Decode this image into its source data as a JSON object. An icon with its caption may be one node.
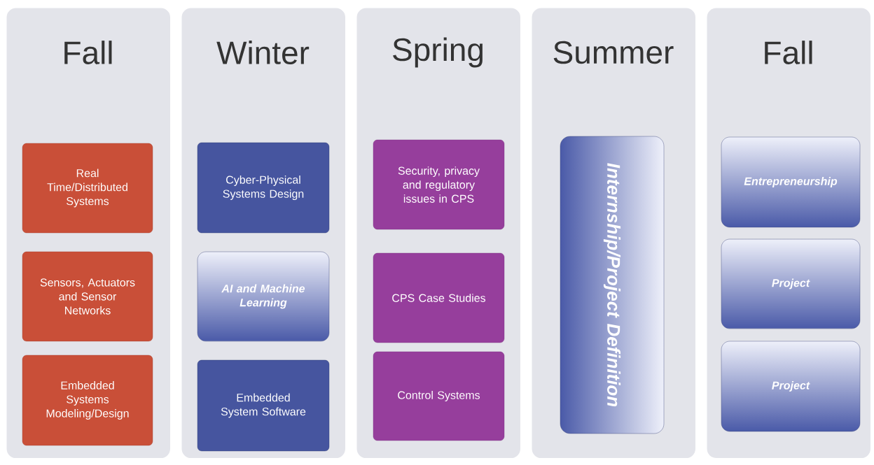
{
  "diagram": {
    "nodes": [
      {
        "text": [
          "Fall"
        ]
      },
      {
        "text": [
          "Real Time/Distributed Systems"
        ],
        "in": 0
      },
      {
        "text": [
          "Sensors, Actuators and Sensor Networks"
        ],
        "in": 0
      },
      {
        "text": [
          "Embedded Systems Modeling/Design"
        ],
        "in": 0
      },
      {
        "text": [
          "Winter"
        ]
      },
      {
        "text": [
          "Cyber-Physical Systems Design"
        ],
        "in": 4
      },
      {
        "text": [
          "AI and Machine Learning"
        ],
        "in": 4
      },
      {
        "text": [
          "Embedded System Software"
        ],
        "in": 4
      },
      {
        "text": [
          "Spring"
        ]
      },
      {
        "text": [
          "Security, privacy and regulatory issues in CPS"
        ],
        "in": 8
      },
      {
        "text": [
          "CPS Case Studies"
        ],
        "in": 8
      },
      {
        "text": [
          "Control Systems"
        ],
        "in": 8
      },
      {
        "text": [
          "Summer"
        ]
      },
      {
        "text": [
          "Internship/Project Definition"
        ],
        "in": 12
      },
      {
        "text": [
          "Fall"
        ]
      },
      {
        "text": [
          "Entrepreneurship"
        ],
        "in": 14
      },
      {
        "text": [
          "Project"
        ],
        "in": 14
      },
      {
        "text": [
          "Project"
        ],
        "in": 14
      }
    ]
  }
}
